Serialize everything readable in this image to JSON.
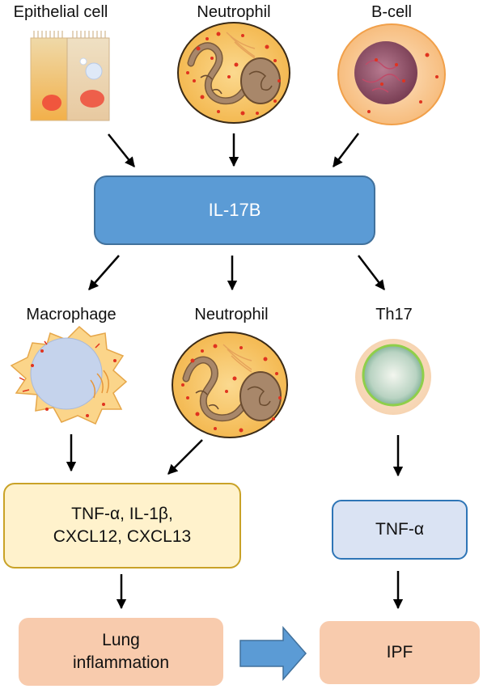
{
  "top_row": {
    "epithelial_label": "Epithelial cell",
    "neutrophil_label": "Neutrophil",
    "bcell_label": "B-cell"
  },
  "hub": {
    "label": "IL-17B"
  },
  "middle_row": {
    "macrophage_label": "Macrophage",
    "neutrophil_label": "Neutrophil",
    "th17_label": "Th17"
  },
  "outputs": {
    "cytokines_line1": "TNF-α, IL-1β,",
    "cytokines_line2": "CXCL12, CXCL13",
    "th17_cytokine": "TNF-α"
  },
  "outcomes": {
    "lung_line1": "Lung",
    "lung_line2": "inflammation",
    "ipf": "IPF"
  },
  "colors": {
    "hub_fill": "#5b9bd5",
    "hub_border": "#41719c",
    "cytokine_box_fill": "#fff2cc",
    "cytokine_box_border": "#c9a227",
    "tnf_box_fill": "#dae3f3",
    "tnf_box_border": "#2e75b6",
    "outcome_fill": "#f8cbad",
    "block_arrow": "#5b9bd5",
    "arrow": "#000000"
  },
  "icons": [
    "epithelial-cell-icon",
    "neutrophil-icon",
    "b-cell-icon",
    "macrophage-icon",
    "th17-cell-icon",
    "block-arrow-icon"
  ]
}
